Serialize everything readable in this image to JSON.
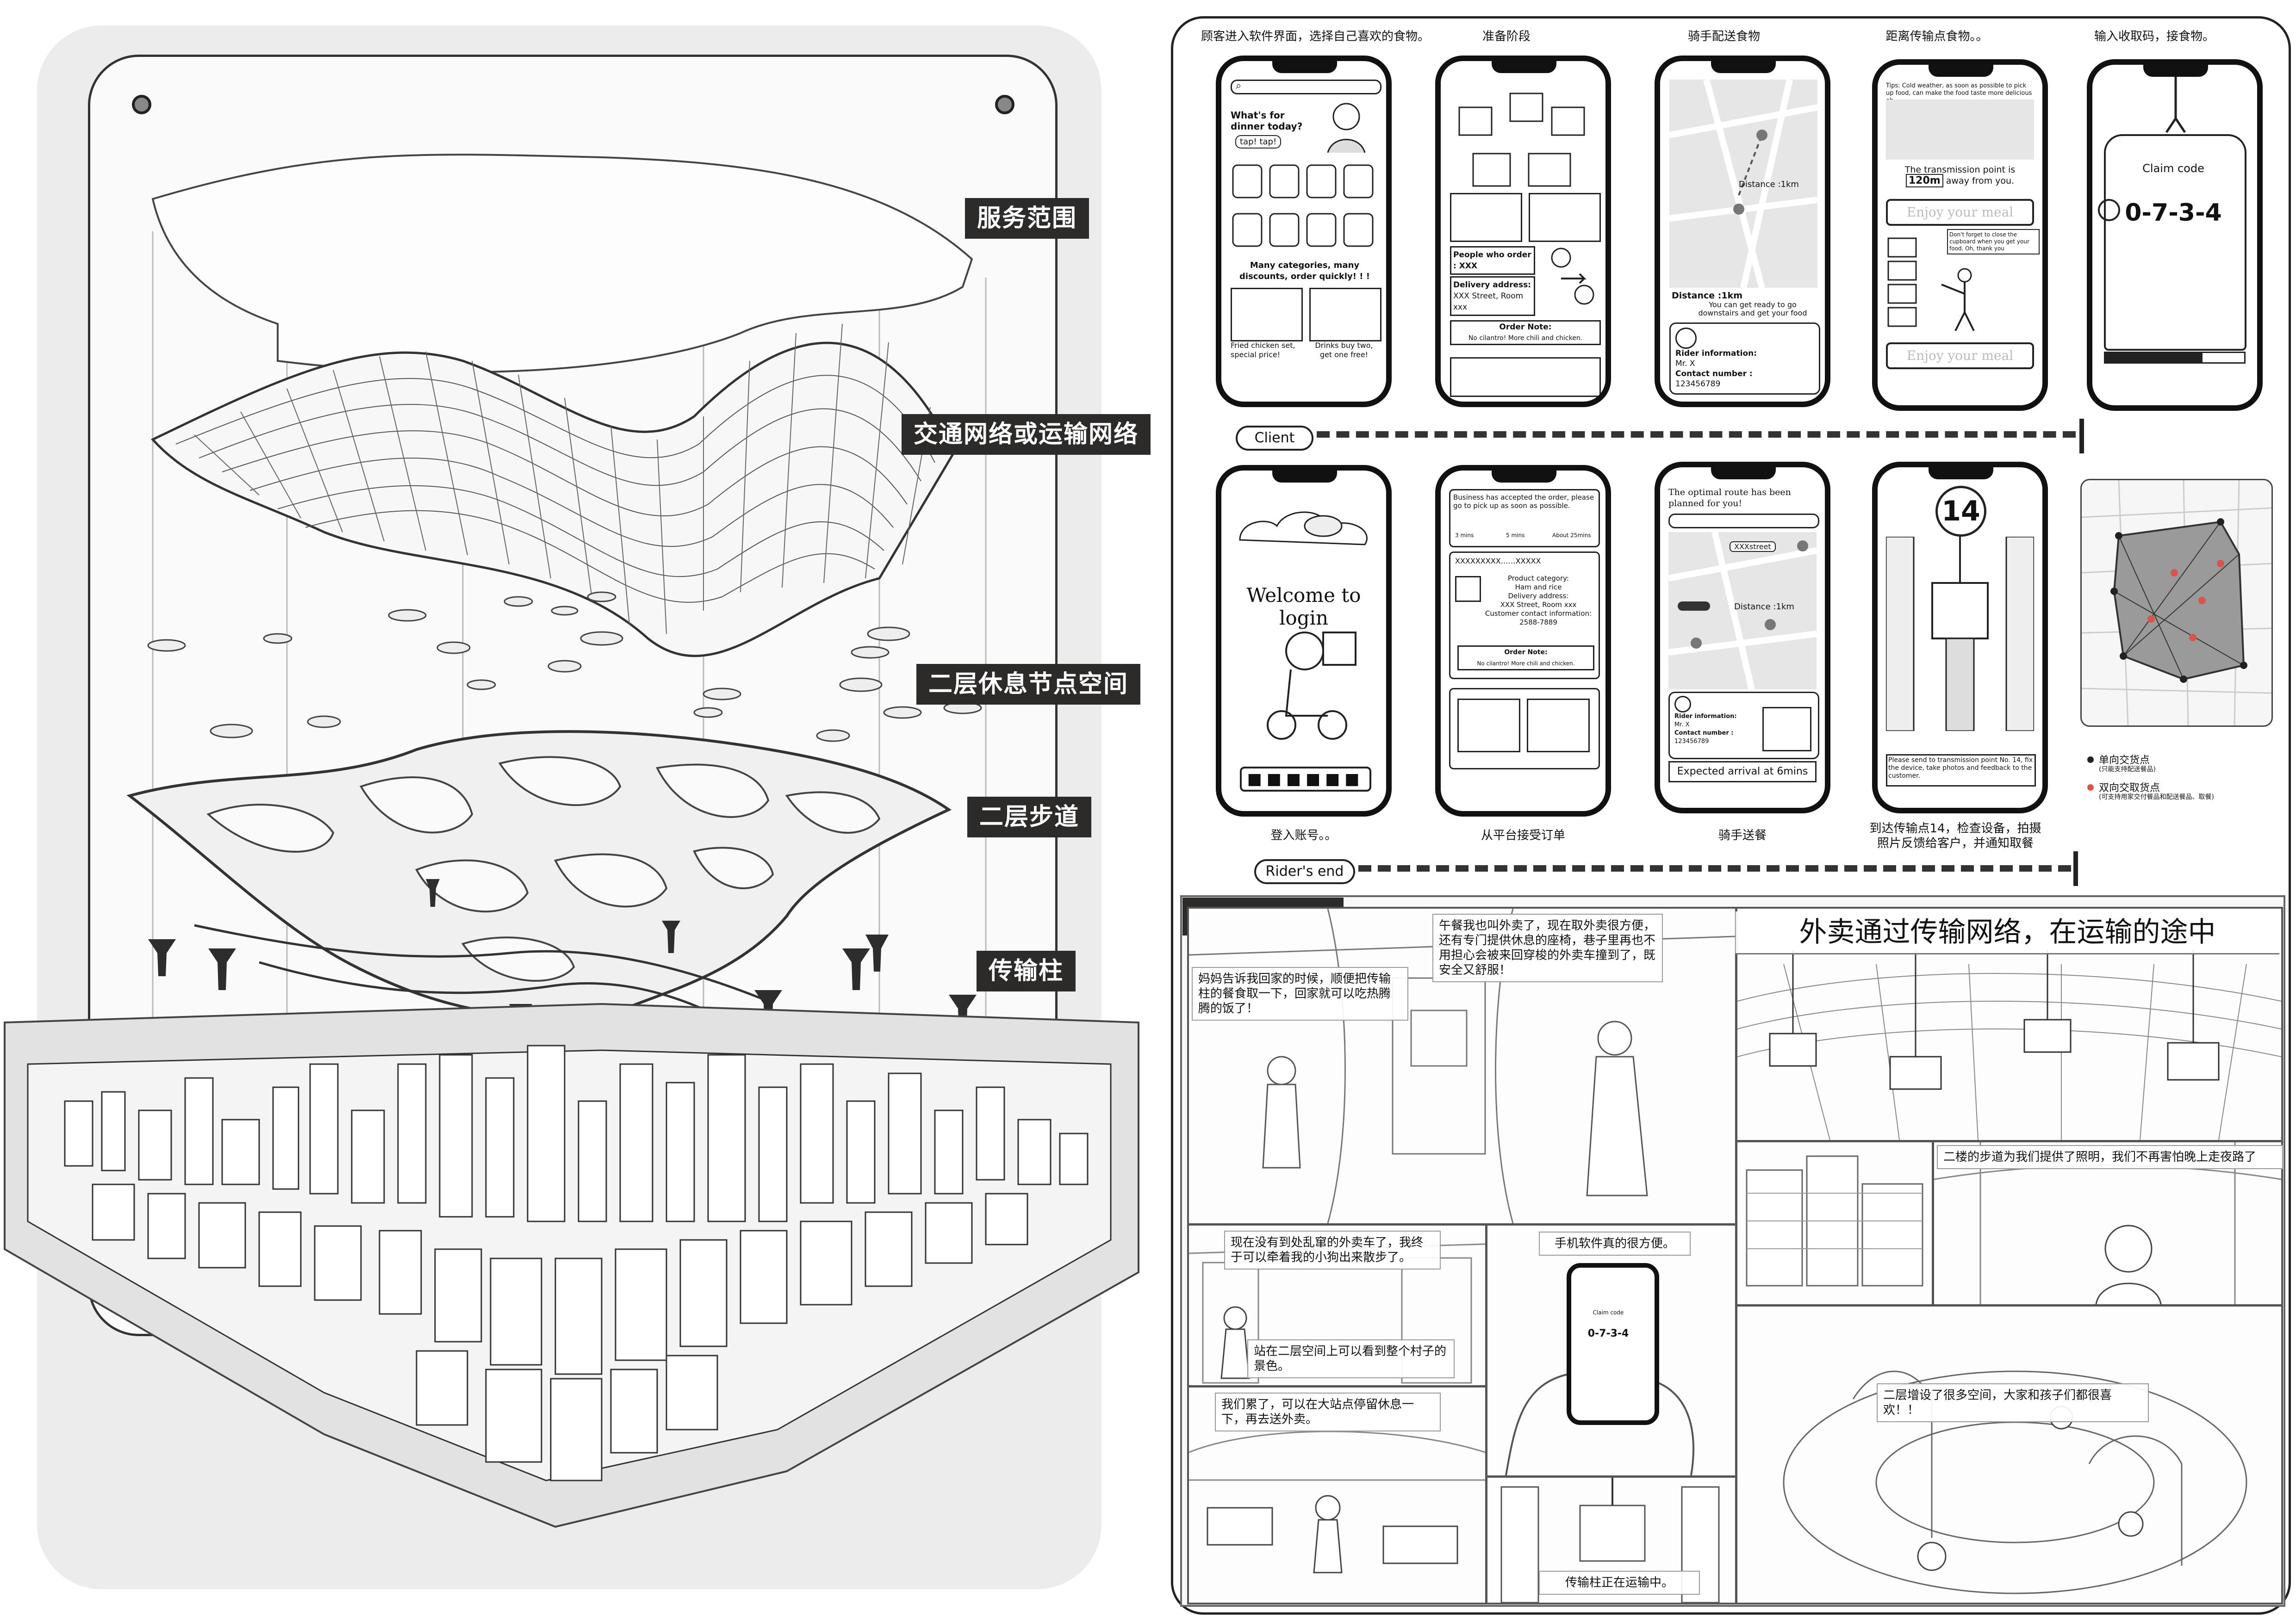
{
  "left": {
    "labels": {
      "service": "服务范围",
      "network": "交通网络或运输网络",
      "rest": "二层休息节点空间",
      "walkway": "二层步道",
      "column": "传输柱"
    }
  },
  "right": {
    "headers": [
      "顾客进入软件界面，选择自己喜欢的食物。",
      "准备阶段",
      "骑手配送食物",
      "距离传输点食物。。",
      "输入收取码，接食物。"
    ],
    "client_label": "Client",
    "rider_label": "Rider's end",
    "p1": {
      "title": "What's for dinner today?",
      "tap": "tap! tap!",
      "promo": "Many categories, many discounts, order quickly! ! !",
      "item1": "Fried chicken set, special price!",
      "item2": "Drinks buy two, get one free!"
    },
    "p2": {
      "people": "People who order : XXX",
      "address_label": "Delivery address:",
      "address": "XXX Street, Room xxx",
      "note_label": "Order Note:",
      "note": "No cilantro! More chili and chicken."
    },
    "p3": {
      "distance_map": "Distance :1km",
      "distance": "Distance :1km",
      "ready": "You can get ready to go downstairs and get your food",
      "rider_label": "Rider information:",
      "rider_name": "Mr. X",
      "contact_label": "Contact number :",
      "contact": "123456789"
    },
    "p4": {
      "tip": "Tips: Cold weather, as soon as possible to pick up food, can make the food taste more delicious oh",
      "trans1": "The transmission point is",
      "dist": "120m",
      "trans2": "away from you.",
      "enjoy": "Enjoy your meal",
      "remind": "Don't forget to close the cupboard when you get your food. Oh, thank you"
    },
    "p5": {
      "claim": "Claim code",
      "code": "0-7-3-4"
    },
    "r1": {
      "welcome": "Welcome to login"
    },
    "r2": {
      "accepted": "Business has accepted the order, please go to pick up as soon as possible.",
      "t1": "3 mins",
      "t2": "5 mins",
      "t3": "About 25mins",
      "order_id": "XXXXXXXXX……XXXXX",
      "category_label": "Product category:",
      "category": "Ham and rice",
      "address_label": "Delivery address:",
      "address": "XXX Street, Room xxx",
      "contact_label": "Customer contact information:",
      "contact": "2588-7889",
      "note_label": "Order Note:",
      "note": "No cilantro! More chili and chicken."
    },
    "r3": {
      "route": "The optimal route has been planned for you!",
      "street": "XXXstreet",
      "distance": "Distance :1km",
      "rider_label": "Rider information:",
      "rider_name": "Mr. X",
      "contact_label": "Contact number :",
      "contact": "123456789",
      "arrival": "Expected arrival at 6mins"
    },
    "r4": {
      "number": "14",
      "send": "Please send to transmission point No. 14, fix the device, take photos and feedback to the customer."
    },
    "legend": {
      "one_way": "单向交货点",
      "one_way_sub": "(只能支持配送餐品)",
      "two_way": "双向交取货点",
      "two_way_sub": "(可支持用家交付餐品和配送餐品、取餐)"
    },
    "captions": [
      "登入账号。。",
      "从平台接受订单",
      "骑手送餐",
      "到达传输点14，检查设备，拍摄照片反馈给客户，并通知取餐"
    ],
    "future": {
      "title": "未 来 设 想",
      "b1": "午餐我也叫外卖了，现在取外卖很方便，还有专门提供休息的座椅，巷子里再也不用担心会被来回穿梭的外卖车撞到了，既安全又舒服！",
      "b2": "妈妈告诉我回家的时候，顺便把传输柱的餐食取一下，回家就可以吃热腾腾的饭了！",
      "b3": "外卖通过传输网络，在运输的途中",
      "b4": "二楼的步道为我们提供了照明，我们不再害怕晚上走夜路了",
      "b5": "现在没有到处乱窜的外卖车了，我终于可以牵着我的小狗出来散步了。",
      "b6": "站在二层空间上可以看到整个村子的景色。",
      "b7": "手机软件真的很方便。",
      "b8": "我们累了，可以在大站点停留休息一下，再去送外卖。",
      "b9": "传输柱正在运输中。",
      "b10": "二层增设了很多空间，大家和孩子们都很喜欢！！",
      "claim": "Claim code",
      "code": "0-7-3-4"
    }
  },
  "colors": {
    "dark_tag": "#2d2a2a",
    "accent_red": "#d9534f",
    "map_gray": "#9a9a9a"
  }
}
